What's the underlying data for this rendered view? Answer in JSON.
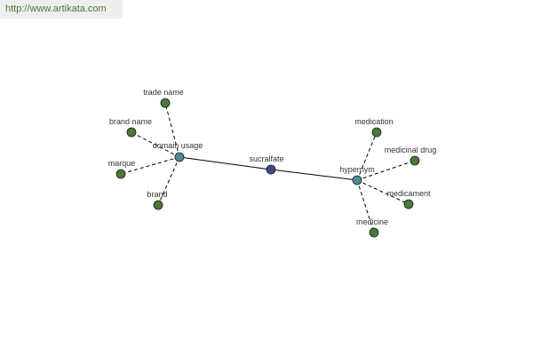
{
  "header": {
    "url": "http://www.artikata.com"
  },
  "colors": {
    "center_node": "#3b4a8c",
    "hub_node": "#4a8c8c",
    "leaf_node": "#4a7a3a",
    "edge": "#000000",
    "url_background": "#eeeeee",
    "url_text": "#4a7a3a"
  },
  "graph": {
    "center": {
      "label": "sucralfate"
    },
    "hubs": [
      {
        "id": "domain-usage",
        "label": "domain usage",
        "leaves": [
          "trade name",
          "brand name",
          "marque",
          "brand"
        ]
      },
      {
        "id": "hypernym",
        "label": "hypernym",
        "leaves": [
          "medication",
          "medicinal drug",
          "medicament",
          "medicine"
        ]
      }
    ]
  }
}
